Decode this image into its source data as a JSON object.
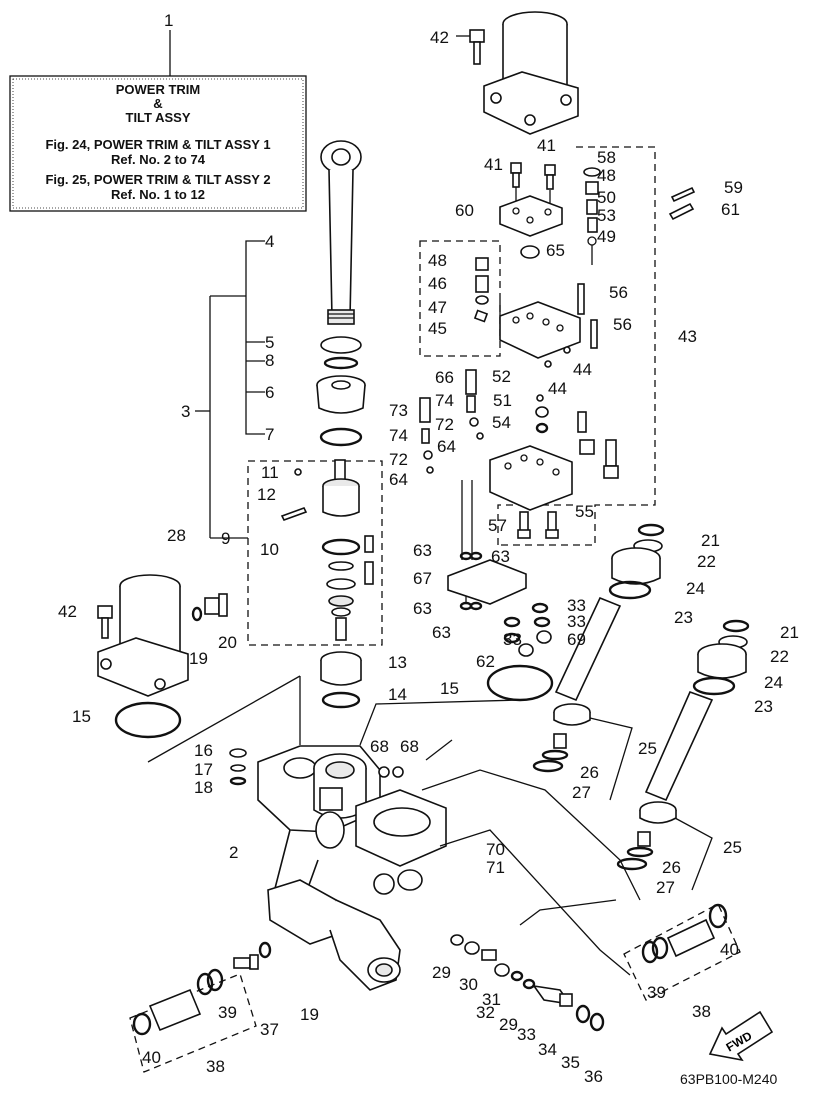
{
  "title_box": {
    "line1": "POWER TRIM",
    "line2": "&",
    "line3": "TILT ASSY",
    "line4": "Fig. 24, POWER TRIM & TILT ASSY 1",
    "line5": "Ref. No. 2 to 74",
    "line6": "Fig. 25, POWER TRIM & TILT ASSY 2",
    "line7": "Ref. No. 1 to 12"
  },
  "fwd_label": "FWD",
  "drawing_code": "63PB100-M240",
  "callouts": [
    {
      "id": "c1",
      "text": "1"
    },
    {
      "id": "c42a",
      "text": "42"
    },
    {
      "id": "c41a",
      "text": "41"
    },
    {
      "id": "c41b",
      "text": "41"
    },
    {
      "id": "c58",
      "text": "58"
    },
    {
      "id": "c48a",
      "text": "48"
    },
    {
      "id": "c59",
      "text": "59"
    },
    {
      "id": "c50",
      "text": "50"
    },
    {
      "id": "c61",
      "text": "61"
    },
    {
      "id": "c60",
      "text": "60"
    },
    {
      "id": "c53",
      "text": "53"
    },
    {
      "id": "c49",
      "text": "49"
    },
    {
      "id": "c4",
      "text": "4"
    },
    {
      "id": "c65",
      "text": "65"
    },
    {
      "id": "c48b",
      "text": "48"
    },
    {
      "id": "c46",
      "text": "46"
    },
    {
      "id": "c56a",
      "text": "56"
    },
    {
      "id": "c47",
      "text": "47"
    },
    {
      "id": "c45",
      "text": "45"
    },
    {
      "id": "c56b",
      "text": "56"
    },
    {
      "id": "c43",
      "text": "43"
    },
    {
      "id": "c5",
      "text": "5"
    },
    {
      "id": "c8",
      "text": "8"
    },
    {
      "id": "c44a",
      "text": "44"
    },
    {
      "id": "c66",
      "text": "66"
    },
    {
      "id": "c52",
      "text": "52"
    },
    {
      "id": "c44b",
      "text": "44"
    },
    {
      "id": "c6",
      "text": "6"
    },
    {
      "id": "c3",
      "text": "3"
    },
    {
      "id": "c74a",
      "text": "74"
    },
    {
      "id": "c51",
      "text": "51"
    },
    {
      "id": "c73",
      "text": "73"
    },
    {
      "id": "c54",
      "text": "54"
    },
    {
      "id": "c72a",
      "text": "72"
    },
    {
      "id": "c7",
      "text": "7"
    },
    {
      "id": "c74b",
      "text": "74"
    },
    {
      "id": "c64a",
      "text": "64"
    },
    {
      "id": "c72b",
      "text": "72"
    },
    {
      "id": "c11",
      "text": "11"
    },
    {
      "id": "c64b",
      "text": "64"
    },
    {
      "id": "c12",
      "text": "12"
    },
    {
      "id": "c55",
      "text": "55"
    },
    {
      "id": "c57",
      "text": "57"
    },
    {
      "id": "c21a",
      "text": "21"
    },
    {
      "id": "c28",
      "text": "28"
    },
    {
      "id": "c9",
      "text": "9"
    },
    {
      "id": "c22a",
      "text": "22"
    },
    {
      "id": "c10",
      "text": "10"
    },
    {
      "id": "c63a",
      "text": "63"
    },
    {
      "id": "c63b",
      "text": "63"
    },
    {
      "id": "c67",
      "text": "67"
    },
    {
      "id": "c24a",
      "text": "24"
    },
    {
      "id": "c23a",
      "text": "23"
    },
    {
      "id": "c33a",
      "text": "33"
    },
    {
      "id": "c42b",
      "text": "42"
    },
    {
      "id": "c63c",
      "text": "63"
    },
    {
      "id": "c33b",
      "text": "33"
    },
    {
      "id": "c20",
      "text": "20"
    },
    {
      "id": "c63d",
      "text": "63"
    },
    {
      "id": "c33c",
      "text": "33"
    },
    {
      "id": "c69",
      "text": "69"
    },
    {
      "id": "c21b",
      "text": "21"
    },
    {
      "id": "c19a",
      "text": "19"
    },
    {
      "id": "c62",
      "text": "62"
    },
    {
      "id": "c22b",
      "text": "22"
    },
    {
      "id": "c13",
      "text": "13"
    },
    {
      "id": "c15a",
      "text": "15"
    },
    {
      "id": "c24b",
      "text": "24"
    },
    {
      "id": "c14",
      "text": "14"
    },
    {
      "id": "c23b",
      "text": "23"
    },
    {
      "id": "c15b",
      "text": "15"
    },
    {
      "id": "c25a",
      "text": "25"
    },
    {
      "id": "c16",
      "text": "16"
    },
    {
      "id": "c68a",
      "text": "68"
    },
    {
      "id": "c68b",
      "text": "68"
    },
    {
      "id": "c17",
      "text": "17"
    },
    {
      "id": "c26a",
      "text": "26"
    },
    {
      "id": "c18",
      "text": "18"
    },
    {
      "id": "c27a",
      "text": "27"
    },
    {
      "id": "c2",
      "text": "2"
    },
    {
      "id": "c70",
      "text": "70"
    },
    {
      "id": "c25b",
      "text": "25"
    },
    {
      "id": "c71",
      "text": "71"
    },
    {
      "id": "c26b",
      "text": "26"
    },
    {
      "id": "c27b",
      "text": "27"
    },
    {
      "id": "c40a",
      "text": "40"
    },
    {
      "id": "c29a",
      "text": "29"
    },
    {
      "id": "c30",
      "text": "30"
    },
    {
      "id": "c39a",
      "text": "39"
    },
    {
      "id": "c31",
      "text": "31"
    },
    {
      "id": "c39b",
      "text": "39"
    },
    {
      "id": "c32",
      "text": "32"
    },
    {
      "id": "c29b",
      "text": "29"
    },
    {
      "id": "c37",
      "text": "37"
    },
    {
      "id": "c19b",
      "text": "19"
    },
    {
      "id": "c38a",
      "text": "38"
    },
    {
      "id": "c33d",
      "text": "33"
    },
    {
      "id": "c34",
      "text": "34"
    },
    {
      "id": "c35",
      "text": "35"
    },
    {
      "id": "c36",
      "text": "36"
    },
    {
      "id": "c40b",
      "text": "40"
    },
    {
      "id": "c38b",
      "text": "38"
    }
  ]
}
